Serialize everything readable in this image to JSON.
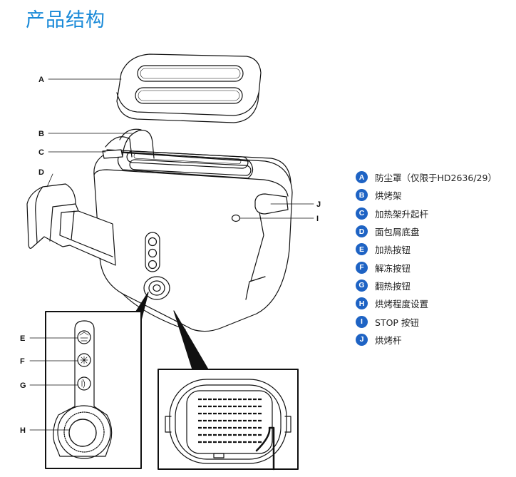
{
  "page": {
    "title": "产品结构"
  },
  "callouts": {
    "A": "A",
    "B": "B",
    "C": "C",
    "D": "D",
    "E": "E",
    "F": "F",
    "G": "G",
    "H": "H",
    "I": "I",
    "J": "J"
  },
  "legend": [
    {
      "letter": "A",
      "label": "防尘罩（仅限于HD2636/29）"
    },
    {
      "letter": "B",
      "label": "烘烤架"
    },
    {
      "letter": "C",
      "label": "加热架升起杆"
    },
    {
      "letter": "D",
      "label": "面包屑底盘"
    },
    {
      "letter": "E",
      "label": "加热按钮"
    },
    {
      "letter": "F",
      "label": "解冻按钮"
    },
    {
      "letter": "G",
      "label": "翻热按钮"
    },
    {
      "letter": "H",
      "label": "烘烤程度设置"
    },
    {
      "letter": "I",
      "label": "STOP 按钮"
    },
    {
      "letter": "J",
      "label": "烘烤杆"
    }
  ],
  "colors": {
    "title": "#1a8ad8",
    "badge": "#1e63c4",
    "line": "#111111"
  }
}
